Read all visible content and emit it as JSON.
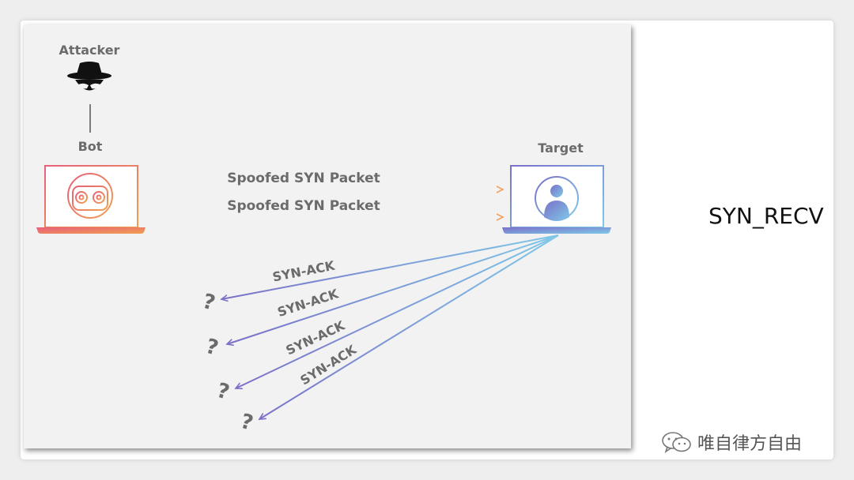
{
  "diagram": {
    "attacker_label": "Attacker",
    "bot_label": "Bot",
    "target_label": "Target",
    "spoofed_label_1": "Spoofed SYN Packet",
    "spoofed_label_2": "Spoofed SYN Packet",
    "synack_labels": [
      "SYN-ACK",
      "SYN-ACK",
      "SYN-ACK",
      "SYN-ACK"
    ],
    "unknown_mark": "?",
    "colors": {
      "orange": "#ee8a5a",
      "pink": "#e8607a",
      "blue": "#7fbfe8",
      "purple": "#7a70c8",
      "text": "#6b6b6b"
    },
    "icons": [
      "spy-icon",
      "robot-icon",
      "user-icon"
    ]
  },
  "side": {
    "state_label": "SYN_RECV"
  },
  "watermark": {
    "text": "唯自律方自由",
    "icon": "wechat-icon"
  }
}
